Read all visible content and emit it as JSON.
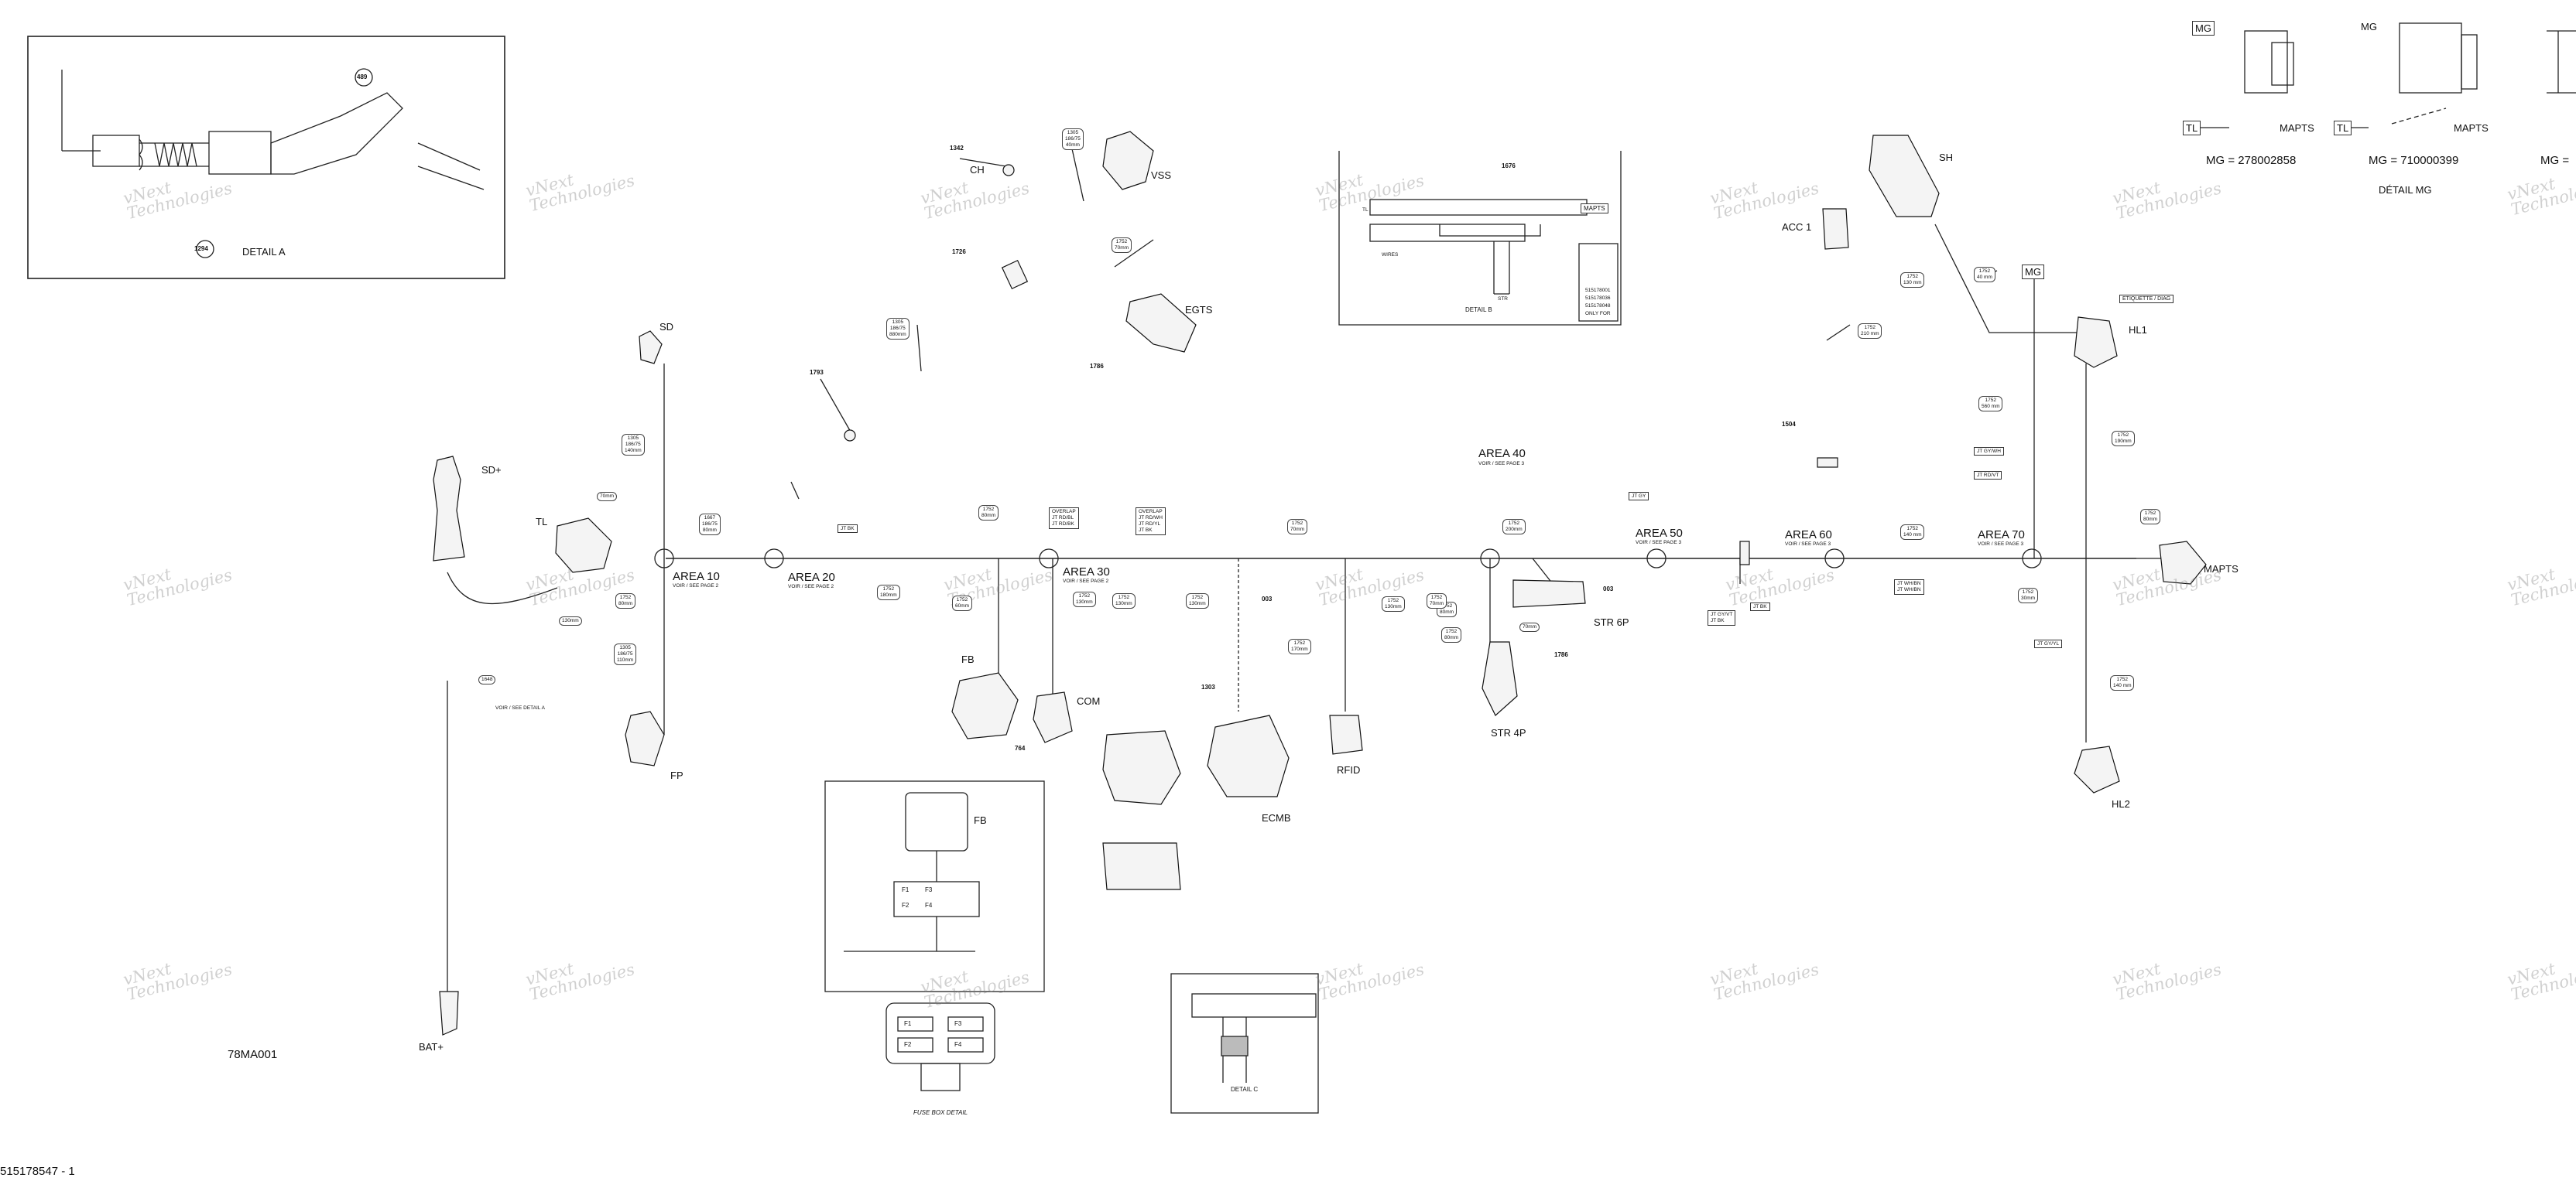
{
  "diagram": {
    "drawing_code": "78MA001",
    "page_ref": "515178547 - 1",
    "watermark_line1": "vNext",
    "watermark_line2": "Technologies",
    "detail_a": "DETAIL A",
    "detail_a_refs": [
      "489",
      "1294"
    ],
    "detail_b": "DETAIL B",
    "detail_b_ref": "1676",
    "detail_b_mapts": "MAPTS",
    "detail_b_tl": "TL",
    "detail_b_str": "STR",
    "detail_b_wires": "WIRES",
    "detail_b_list": [
      "515178001",
      "515178036",
      "515178048",
      "ONLY FOR"
    ],
    "detail_c": "DETAIL C",
    "fuse_box_detail": "FUSE BOX DETAIL",
    "fuses": [
      "F1",
      "F2",
      "F3",
      "F4"
    ],
    "detail_mg": "DÉTAIL MG",
    "mg1": "MG = 278002858",
    "mg2": "MG = 710000399",
    "mg3": "MG =",
    "etiquette": "ETIQUETTE / DIAG",
    "areas": [
      {
        "name": "AREA 10",
        "sub": "VOIR / SEE PAGE 2"
      },
      {
        "name": "AREA 20",
        "sub": "VOIR / SEE PAGE 2"
      },
      {
        "name": "AREA 30",
        "sub": "VOIR / SEE PAGE 2"
      },
      {
        "name": "AREA 40",
        "sub": "VOIR / SEE PAGE 3"
      },
      {
        "name": "AREA 50",
        "sub": "VOIR / SEE PAGE 3"
      },
      {
        "name": "AREA 60",
        "sub": "VOIR / SEE PAGE 3"
      },
      {
        "name": "AREA 70",
        "sub": "VOIR / SEE PAGE 3"
      }
    ],
    "connectors": {
      "sd": "SD",
      "sd_plus": "SD+",
      "tl": "TL",
      "fp": "FP",
      "bat_plus": "BAT+",
      "ch": "CH",
      "vss": "VSS",
      "egts": "EGTS",
      "fb": "FB",
      "com": "COM",
      "ecmb": "ECMB",
      "rfid": "RFID",
      "str4p": "STR 4P",
      "str6p": "STR 6P",
      "sh": "SH",
      "acc1": "ACC 1",
      "mg": "MG",
      "hl1": "HL1",
      "hl2": "HL2",
      "mapts": "MAPTS",
      "tl_r1": "TL",
      "mapts_r1": "MAPTS",
      "tl_r2": "TL",
      "mapts_r2": "MAPTS",
      "mg_r1": "MG",
      "mg_r2": "MG",
      "fb_detail": "FB"
    },
    "refs": [
      "1342",
      "1726",
      "1786",
      "1793",
      "764",
      "1303",
      "003",
      "003",
      "1786",
      "1504"
    ],
    "see_detail_a": "VOIR / SEE DETAIL A",
    "notes": {
      "n1": "1305\n186/75\n140mm",
      "n2": "70mm",
      "n3": "1305\n186/75\n110mm",
      "n4": "130mm",
      "n5": "1752\n80mm",
      "n6": "1648",
      "n7": "1305\n186/75\n40mm",
      "n8": "1752\n70mm",
      "n9": "1305\n186/75\n880mm",
      "n10": "1667\n186/75\n80mm",
      "n11": "1752\n180mm",
      "n12": "1752\n80mm",
      "n13": "1752\n130mm",
      "n14": "1752\n130mm",
      "n15": "1752\n60mm",
      "n16": "1752\n130mm",
      "n17": "1752\n70mm",
      "n18": "1752\n170mm",
      "n19": "1752\n80mm",
      "n20": "1752\n130mm",
      "n21": "1752\n200mm",
      "n22": "1752\n80mm",
      "n23": "70mm",
      "n24": "1752\n130 mm",
      "n25": "1752\n40 mm",
      "n26": "1752\n210 mm",
      "n27": "1752\n560 mm",
      "n28": "1752\n140 mm",
      "n29": "1752\n190mm",
      "n30": "1752\n80mm",
      "n31": "1752\n30mm",
      "n32": "1752\n140 mm",
      "n33": "1752\n70mm"
    },
    "boxes": {
      "overlap1": "OVERLAP\nJT RD/BL\nJT RD/BK",
      "overlap2": "OVERLAP\nJT RD/WH\nJT RD/YL\nJT BK",
      "jt_bk": "JT BK",
      "jt_bk2": "JT BK",
      "jt_gy": "JT GY",
      "jt_wh": "JT WH/BN\nJT WH/BN",
      "jt_gy_vt": "JT GY/VT\nJT BK",
      "jt_gy_wh": "JT GY/WH",
      "jt_rd_vt": "JT RD/VT",
      "jt_gy_yl": "JT GY/YL",
      "jt_bk3": "JT BK"
    }
  }
}
